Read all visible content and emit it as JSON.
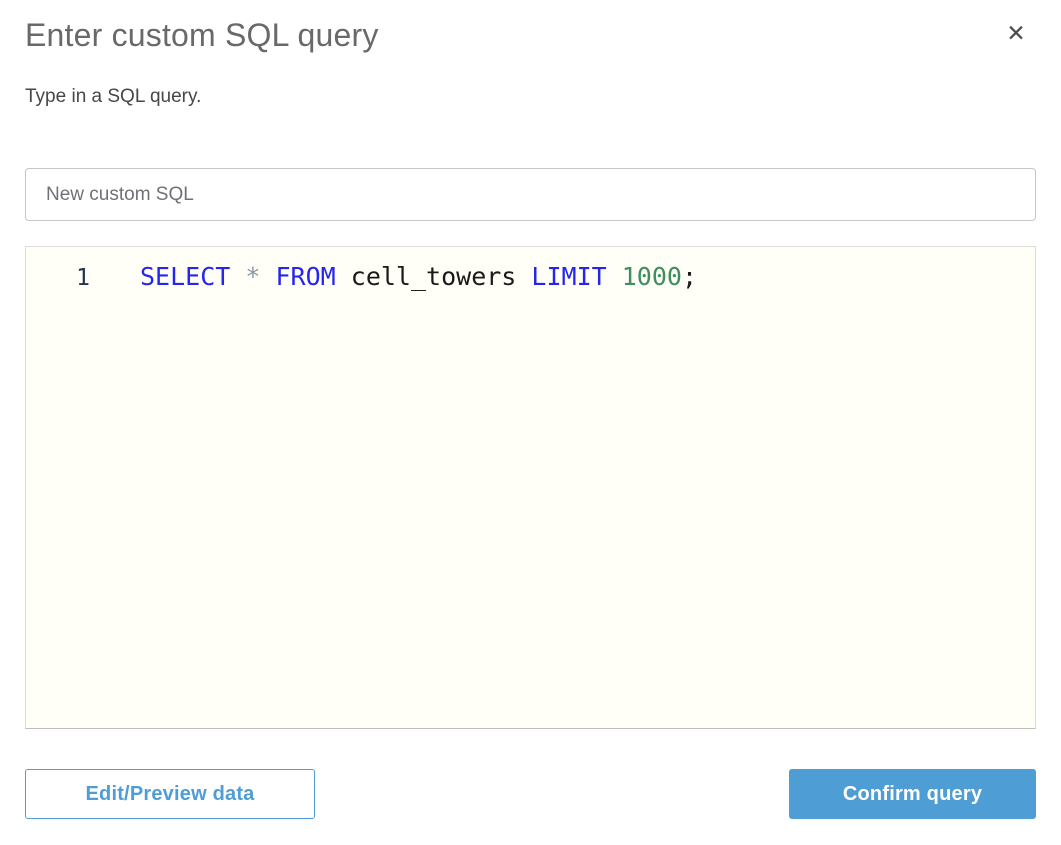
{
  "dialog": {
    "title": "Enter custom SQL query",
    "subtitle": "Type in a SQL query.",
    "close_icon": "✕"
  },
  "query_name_input": {
    "value": "New custom SQL"
  },
  "editor": {
    "line_number": "1",
    "code_text": "SELECT * FROM cell_towers LIMIT 1000;",
    "tokens": [
      {
        "text": "SELECT",
        "type": "keyword"
      },
      {
        "text": " ",
        "type": "plain"
      },
      {
        "text": "*",
        "type": "operator"
      },
      {
        "text": " ",
        "type": "plain"
      },
      {
        "text": "FROM",
        "type": "keyword"
      },
      {
        "text": " ",
        "type": "plain"
      },
      {
        "text": "cell_towers",
        "type": "identifier"
      },
      {
        "text": " ",
        "type": "plain"
      },
      {
        "text": "LIMIT",
        "type": "keyword"
      },
      {
        "text": " ",
        "type": "plain"
      },
      {
        "text": "1000",
        "type": "number"
      },
      {
        "text": ";",
        "type": "plain"
      }
    ]
  },
  "footer": {
    "edit_preview_label": "Edit/Preview data",
    "confirm_label": "Confirm query"
  },
  "colors": {
    "accent_blue": "#4f9dd5",
    "title_gray": "#68696b",
    "subtitle_gray": "#474747",
    "input_text_gray": "#6e7277",
    "editor_background": "#fffef7",
    "keyword_blue": "#2525f0",
    "operator_gray": "#8c97a4",
    "identifier_black": "#1a1a1a",
    "number_green": "#3f8e5e",
    "line_number_navy": "#26334d"
  }
}
